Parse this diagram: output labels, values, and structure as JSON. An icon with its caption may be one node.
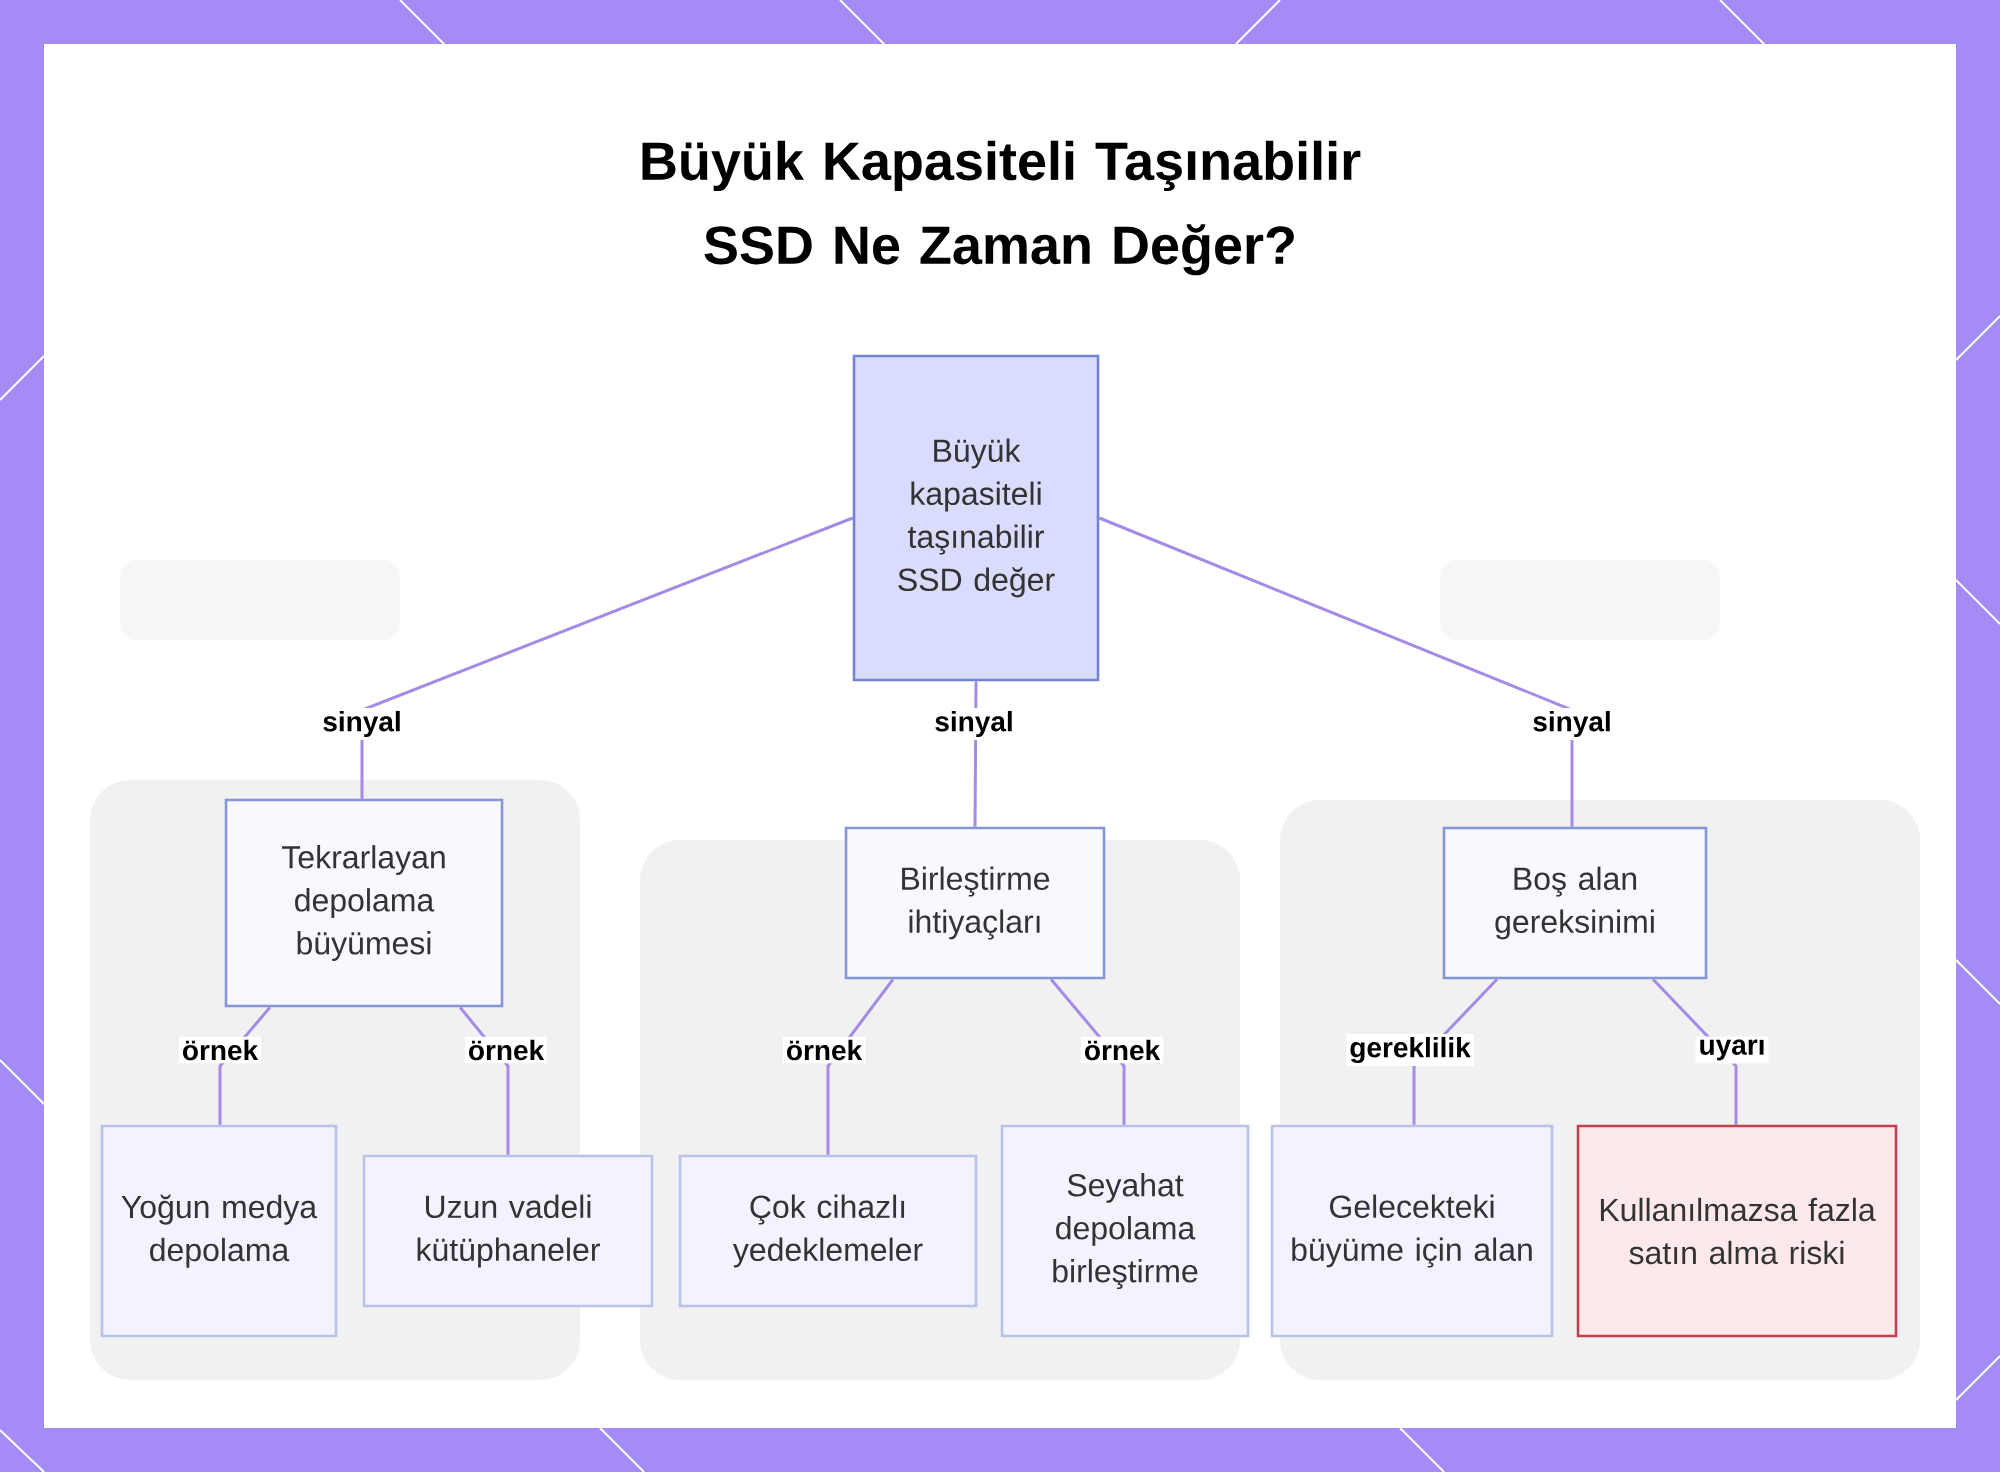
{
  "diagram": {
    "title": "Büyük Kapasiteli Taşınabilir SSD Ne Zaman Değer?",
    "nodes": [
      {
        "text": [
          "Büyük kapasiteli taşınabilir SSD değer"
        ]
      },
      {
        "text": [
          "Tekrarlayan depolama büyümesi"
        ]
      },
      {
        "text": [
          "Birleştirme ihtiyaçları"
        ]
      },
      {
        "text": [
          "Boş alan gereksinimi"
        ]
      },
      {
        "text": [
          "Yoğun medya depolama"
        ]
      },
      {
        "text": [
          "Uzun vadeli kütüphaneler"
        ]
      },
      {
        "text": [
          "Çok cihazlı yedeklemeler"
        ]
      },
      {
        "text": [
          "Seyahat depolama birleştirme"
        ]
      },
      {
        "text": [
          "Gelecekteki büyüme için alan"
        ]
      },
      {
        "text": [
          "Kullanılmazsa fazla satın alma riski"
        ]
      }
    ],
    "edges": [
      {
        "from": 0,
        "to": 1,
        "arrow": "none",
        "label": "sinyal"
      },
      {
        "from": 0,
        "to": 2,
        "arrow": "none",
        "label": "sinyal"
      },
      {
        "from": 0,
        "to": 3,
        "arrow": "none",
        "label": "sinyal"
      },
      {
        "from": 1,
        "to": 4,
        "arrow": "none",
        "label": "örnek"
      },
      {
        "from": 1,
        "to": 5,
        "arrow": "none",
        "label": "örnek"
      },
      {
        "from": 2,
        "to": 6,
        "arrow": "none",
        "label": "örnek"
      },
      {
        "from": 2,
        "to": 7,
        "arrow": "none",
        "label": "örnek"
      },
      {
        "from": 3,
        "to": 8,
        "arrow": "none",
        "label": "gereklilik"
      },
      {
        "from": 3,
        "to": 9,
        "arrow": "none",
        "label": "uyarı"
      }
    ]
  }
}
